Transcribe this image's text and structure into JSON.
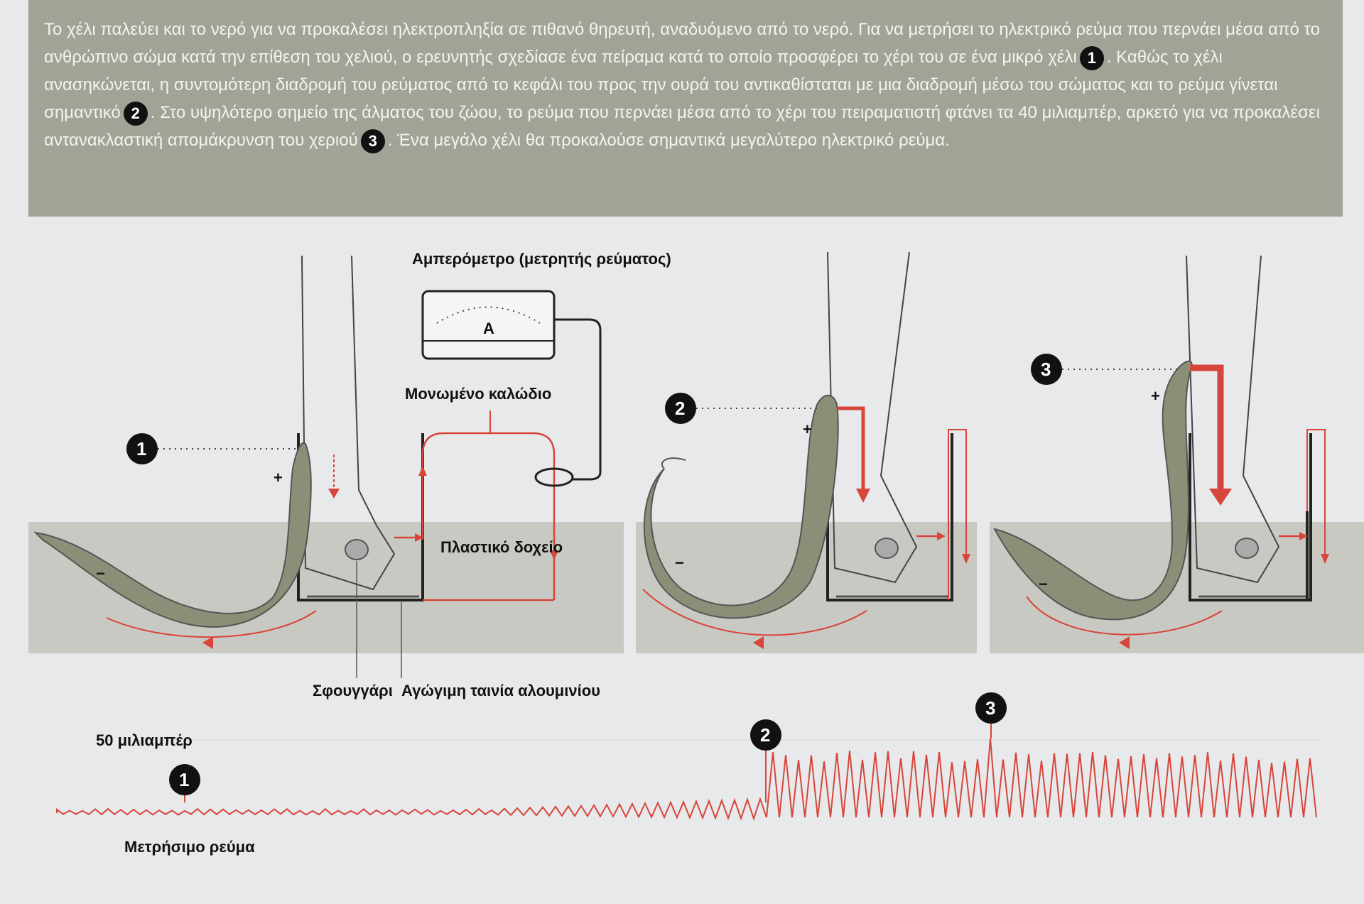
{
  "intro": {
    "text_1": "Το χέλι παλεύει και το νερό για να προκαλέσει ηλεκτροπληξία σε πιθανό θηρευτή, αναδυόμενο από το νερό. Για να μετρήσει το ηλεκτρικό ρεύμα που περνάει μέσα από το ανθρώπινο σώμα κατά την επίθεση του χελιού, ο ερευνητής σχεδίασε ένα πείραμα κατά το οποίο προσφέρει το χέρι του σε ένα μικρό χέλι",
    "text_2": ". Καθώς το χέλι ανασηκώνεται, η συντομότερη διαδρομή του ρεύματος από το κεφάλι του προς την ουρά του αντικαθίσταται με μια διαδρομή μέσω του σώματος και το ρεύμα γίνεται σημαντικό",
    "text_3": ". Στο υψηλότερο σημείο της άλματος του ζώου, το ρεύμα που περνάει μέσα από το χέρι του πειραματιστή φτάνει τα 40 μιλιαμπέρ, αρκετό για να προκαλέσει αντανακλαστική απομάκρυνση του χεριού",
    "text_4": ". Ένα μεγάλο χέλι θα προκαλούσε σημαντικά μεγαλύτερο ηλεκτρικό ρεύμα."
  },
  "markers": {
    "m1": "1",
    "m2": "2",
    "m3": "3"
  },
  "labels": {
    "ammeter": "Αμπερόμετρο (μετρητής ρεύματος)",
    "conductive_wire": "Μονωμένο καλώδιο",
    "plastic_container": "Πλαστικό δοχείο",
    "sponge": "Σφουγγάρι",
    "aluminium_strip": "Αγώγιμη ταινία αλουμινίου",
    "scale": "50 μιλιαμπέρ",
    "measured_current": "Μετρήσιμο ρεύμα",
    "meter_symbol": "A",
    "plus": "+",
    "minus": "−"
  },
  "colors": {
    "accent": "#d8453b",
    "eel": "#8c8f78",
    "water": "#c9c9c3",
    "ink": "#111111"
  },
  "trace": {
    "scale_ma": 50,
    "stage_positions": [
      0.1,
      0.55,
      0.7
    ]
  }
}
